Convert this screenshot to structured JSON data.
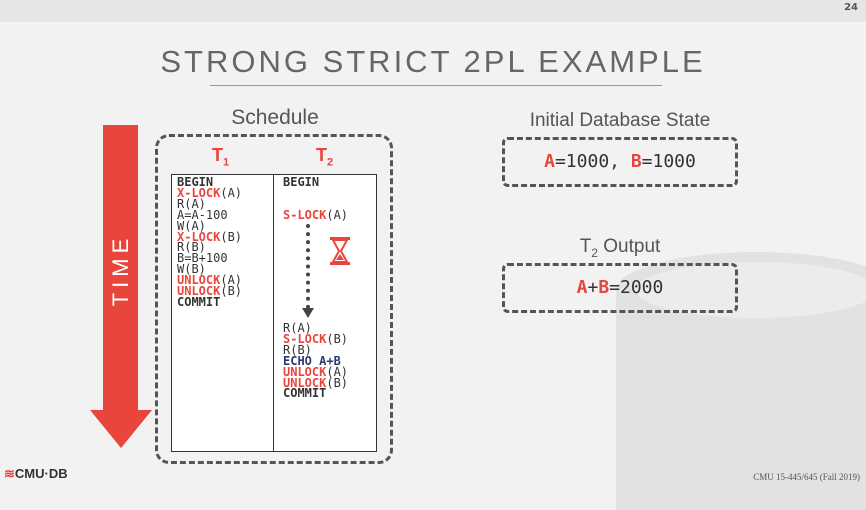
{
  "slide": {
    "number": "24",
    "title": "STRONG STRICT 2PL EXAMPLE"
  },
  "time_label": "TIME",
  "schedule": {
    "label": "Schedule",
    "t1_header": "T",
    "t1_sub": "1",
    "t2_header": "T",
    "t2_sub": "2",
    "t1_ops": [
      {
        "kind": "kw",
        "op": "BEGIN",
        "arg": ""
      },
      {
        "kind": "lock",
        "op": "X-LOCK",
        "arg": "(A)"
      },
      {
        "kind": "plain",
        "op": "R(A)",
        "arg": ""
      },
      {
        "kind": "plain",
        "op": "A=A-100",
        "arg": ""
      },
      {
        "kind": "plain",
        "op": "W(A)",
        "arg": ""
      },
      {
        "kind": "lock",
        "op": "X-LOCK",
        "arg": "(B)"
      },
      {
        "kind": "plain",
        "op": "R(B)",
        "arg": ""
      },
      {
        "kind": "plain",
        "op": "B=B+100",
        "arg": ""
      },
      {
        "kind": "plain",
        "op": "W(B)",
        "arg": ""
      },
      {
        "kind": "lock",
        "op": "UNLOCK",
        "arg": "(A)"
      },
      {
        "kind": "lock",
        "op": "UNLOCK",
        "arg": "(B)"
      },
      {
        "kind": "kw",
        "op": "COMMIT",
        "arg": ""
      }
    ],
    "t2_ops_top": [
      {
        "kind": "kw",
        "op": "BEGIN",
        "arg": ""
      },
      {
        "kind": "plain",
        "op": "",
        "arg": ""
      },
      {
        "kind": "plain",
        "op": "",
        "arg": ""
      },
      {
        "kind": "lock",
        "op": "S-LOCK",
        "arg": "(A)"
      }
    ],
    "t2_ops_bottom": [
      {
        "kind": "plain",
        "op": "R(A)",
        "arg": ""
      },
      {
        "kind": "lock",
        "op": "S-LOCK",
        "arg": "(B)"
      },
      {
        "kind": "plain",
        "op": "R(B)",
        "arg": ""
      },
      {
        "kind": "echo",
        "op": "ECHO A+B",
        "arg": ""
      },
      {
        "kind": "lock",
        "op": "UNLOCK",
        "arg": "(A)"
      },
      {
        "kind": "lock",
        "op": "UNLOCK",
        "arg": "(B)"
      },
      {
        "kind": "kw",
        "op": "COMMIT",
        "arg": ""
      }
    ]
  },
  "initial_state": {
    "label": "Initial Database State",
    "a_name": "A",
    "a_val": "=1000, ",
    "b_name": "B",
    "b_val": "=1000"
  },
  "t2_output": {
    "label": "T",
    "label_sub": "2",
    "label_rest": " Output",
    "a": "A",
    "plus": "+",
    "b": "B",
    "result": "=2000"
  },
  "footer": {
    "logo": "CMU·DB",
    "course": "CMU 15-445/645 (Fall 2019)"
  },
  "colors": {
    "accent": "#e8463d",
    "echo": "#2e3a6e"
  }
}
